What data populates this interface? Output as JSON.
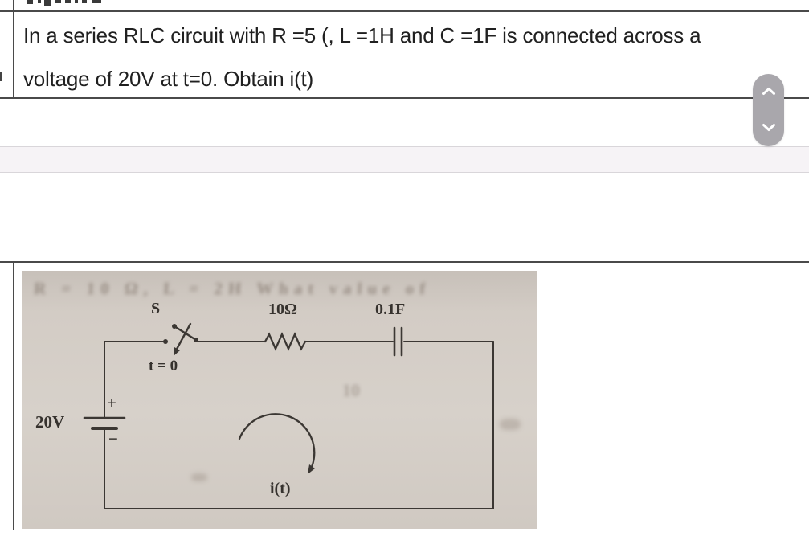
{
  "question_row": {
    "text_line1": "In a series RLC circuit with R =5 (, L =1H and C =1F is connected across a",
    "text_line2": "voltage of 20V at t=0. Obtain i(t)"
  },
  "circuit_figure": {
    "labels": {
      "switch": "S",
      "switch_time": "t = 0",
      "resistor": "10Ω",
      "capacitor": "0.1F",
      "source_voltage": "20V",
      "source_plus": "+",
      "source_minus": "−",
      "loop_current": "i(t)"
    },
    "ghost_text": "R = 10 Ω, L = 2H What value of",
    "ghost_fragment": "10"
  },
  "colors": {
    "table_border": "#4a4a4a",
    "collapsed_band_fill": "#f6f3f6",
    "collapsed_band_border": "#d9d6da",
    "scan_background": "#d3ccc5",
    "circuit_ink": "#3b3733",
    "scroll_pill": "#a9a7ac",
    "text": "#202020"
  }
}
